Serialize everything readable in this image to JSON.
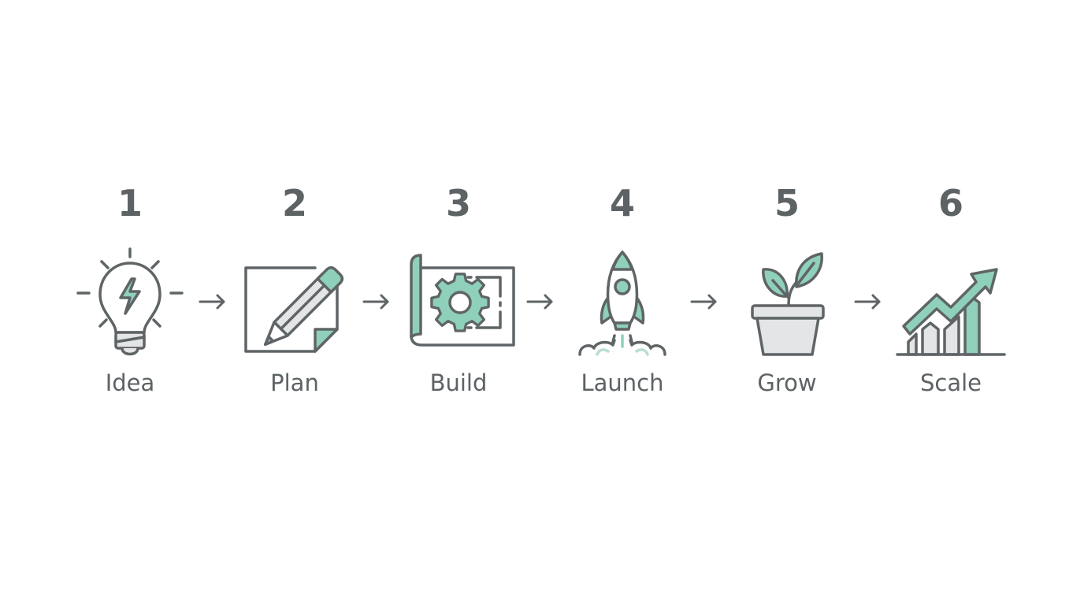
{
  "diagram": {
    "type": "process-flow",
    "colors": {
      "stroke": "#5f6466",
      "accent": "#8fd0bb",
      "neutral_fill": "#e3e5e6",
      "background": "#ffffff"
    },
    "steps": [
      {
        "number": "1",
        "label": "Idea",
        "icon": "lightbulb-icon"
      },
      {
        "number": "2",
        "label": "Plan",
        "icon": "pencil-paper-icon"
      },
      {
        "number": "3",
        "label": "Build",
        "icon": "blueprint-gear-icon"
      },
      {
        "number": "4",
        "label": "Launch",
        "icon": "rocket-icon"
      },
      {
        "number": "5",
        "label": "Grow",
        "icon": "plant-pot-icon"
      },
      {
        "number": "6",
        "label": "Scale",
        "icon": "growth-chart-icon"
      }
    ],
    "connectors": [
      "arrow-right",
      "arrow-right",
      "arrow-right",
      "arrow-right",
      "arrow-right"
    ]
  }
}
